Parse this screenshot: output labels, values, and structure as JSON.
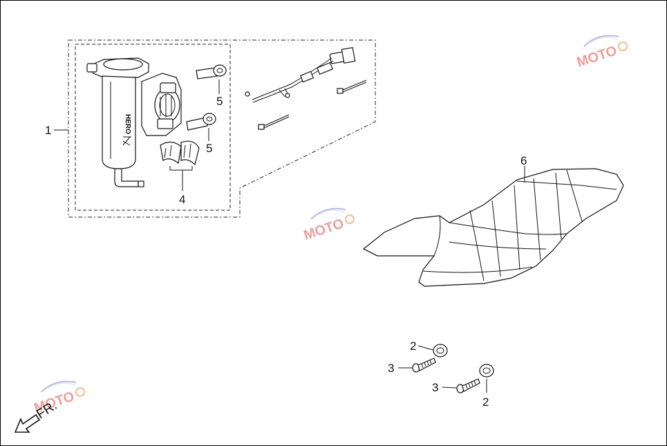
{
  "callouts": [
    {
      "id": "1",
      "label": "1"
    },
    {
      "id": "2a",
      "label": "2"
    },
    {
      "id": "2b",
      "label": "2"
    },
    {
      "id": "3a",
      "label": "3"
    },
    {
      "id": "3b",
      "label": "3"
    },
    {
      "id": "4",
      "label": "4"
    },
    {
      "id": "5a",
      "label": "5"
    },
    {
      "id": "5b",
      "label": "5"
    },
    {
      "id": "6",
      "label": "6"
    }
  ],
  "direction_marker": {
    "label": "FR.",
    "icon": "arrow-front-icon"
  },
  "reservoir_marking": "HERO",
  "watermark": {
    "brand": "MOTO",
    "count": 3,
    "colors": {
      "red": "#d9534f",
      "blue": "#7b86c9"
    }
  }
}
